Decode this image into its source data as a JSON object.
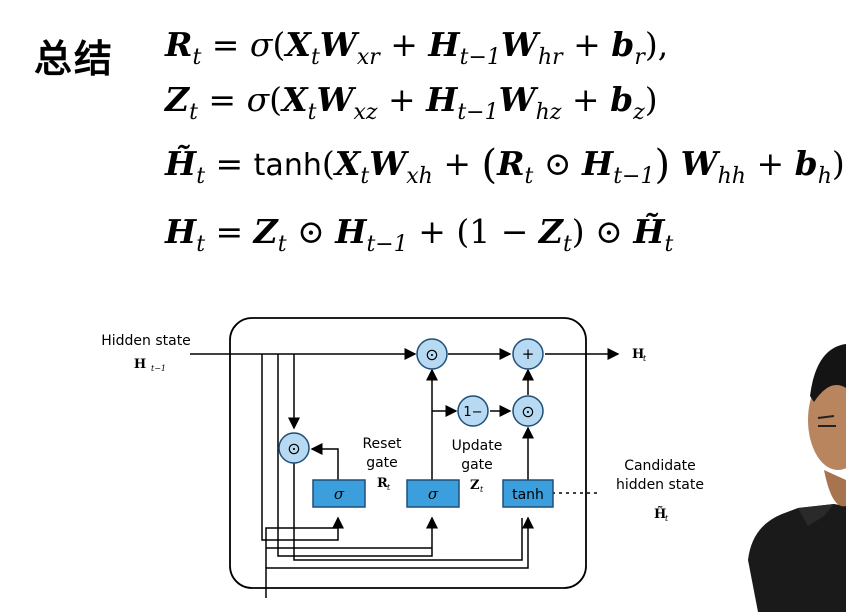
{
  "slide": {
    "title": "总结"
  },
  "diagram": {
    "input_label": "Hidden state",
    "input_symbol": "H",
    "input_subscript": "t−1",
    "output_symbol": "H",
    "output_subscript": "t",
    "reset_gate_label_1": "Reset",
    "reset_gate_label_2": "gate",
    "reset_symbol": "R",
    "reset_subscript": "t",
    "update_gate_label_1": "Update",
    "update_gate_label_2": "gate",
    "update_symbol": "Z",
    "update_subscript": "t",
    "candidate_label_1": "Candidate",
    "candidate_label_2": "hidden state",
    "candidate_symbol": "H̃",
    "candidate_subscript": "t",
    "sigma_box": "σ",
    "tanh_box": "tanh",
    "hadamard_op": "⊙",
    "plus_op": "+",
    "one_minus_op": "1−",
    "box_fill": "#3b9fdd",
    "circle_fill": "#b7d9f2"
  }
}
